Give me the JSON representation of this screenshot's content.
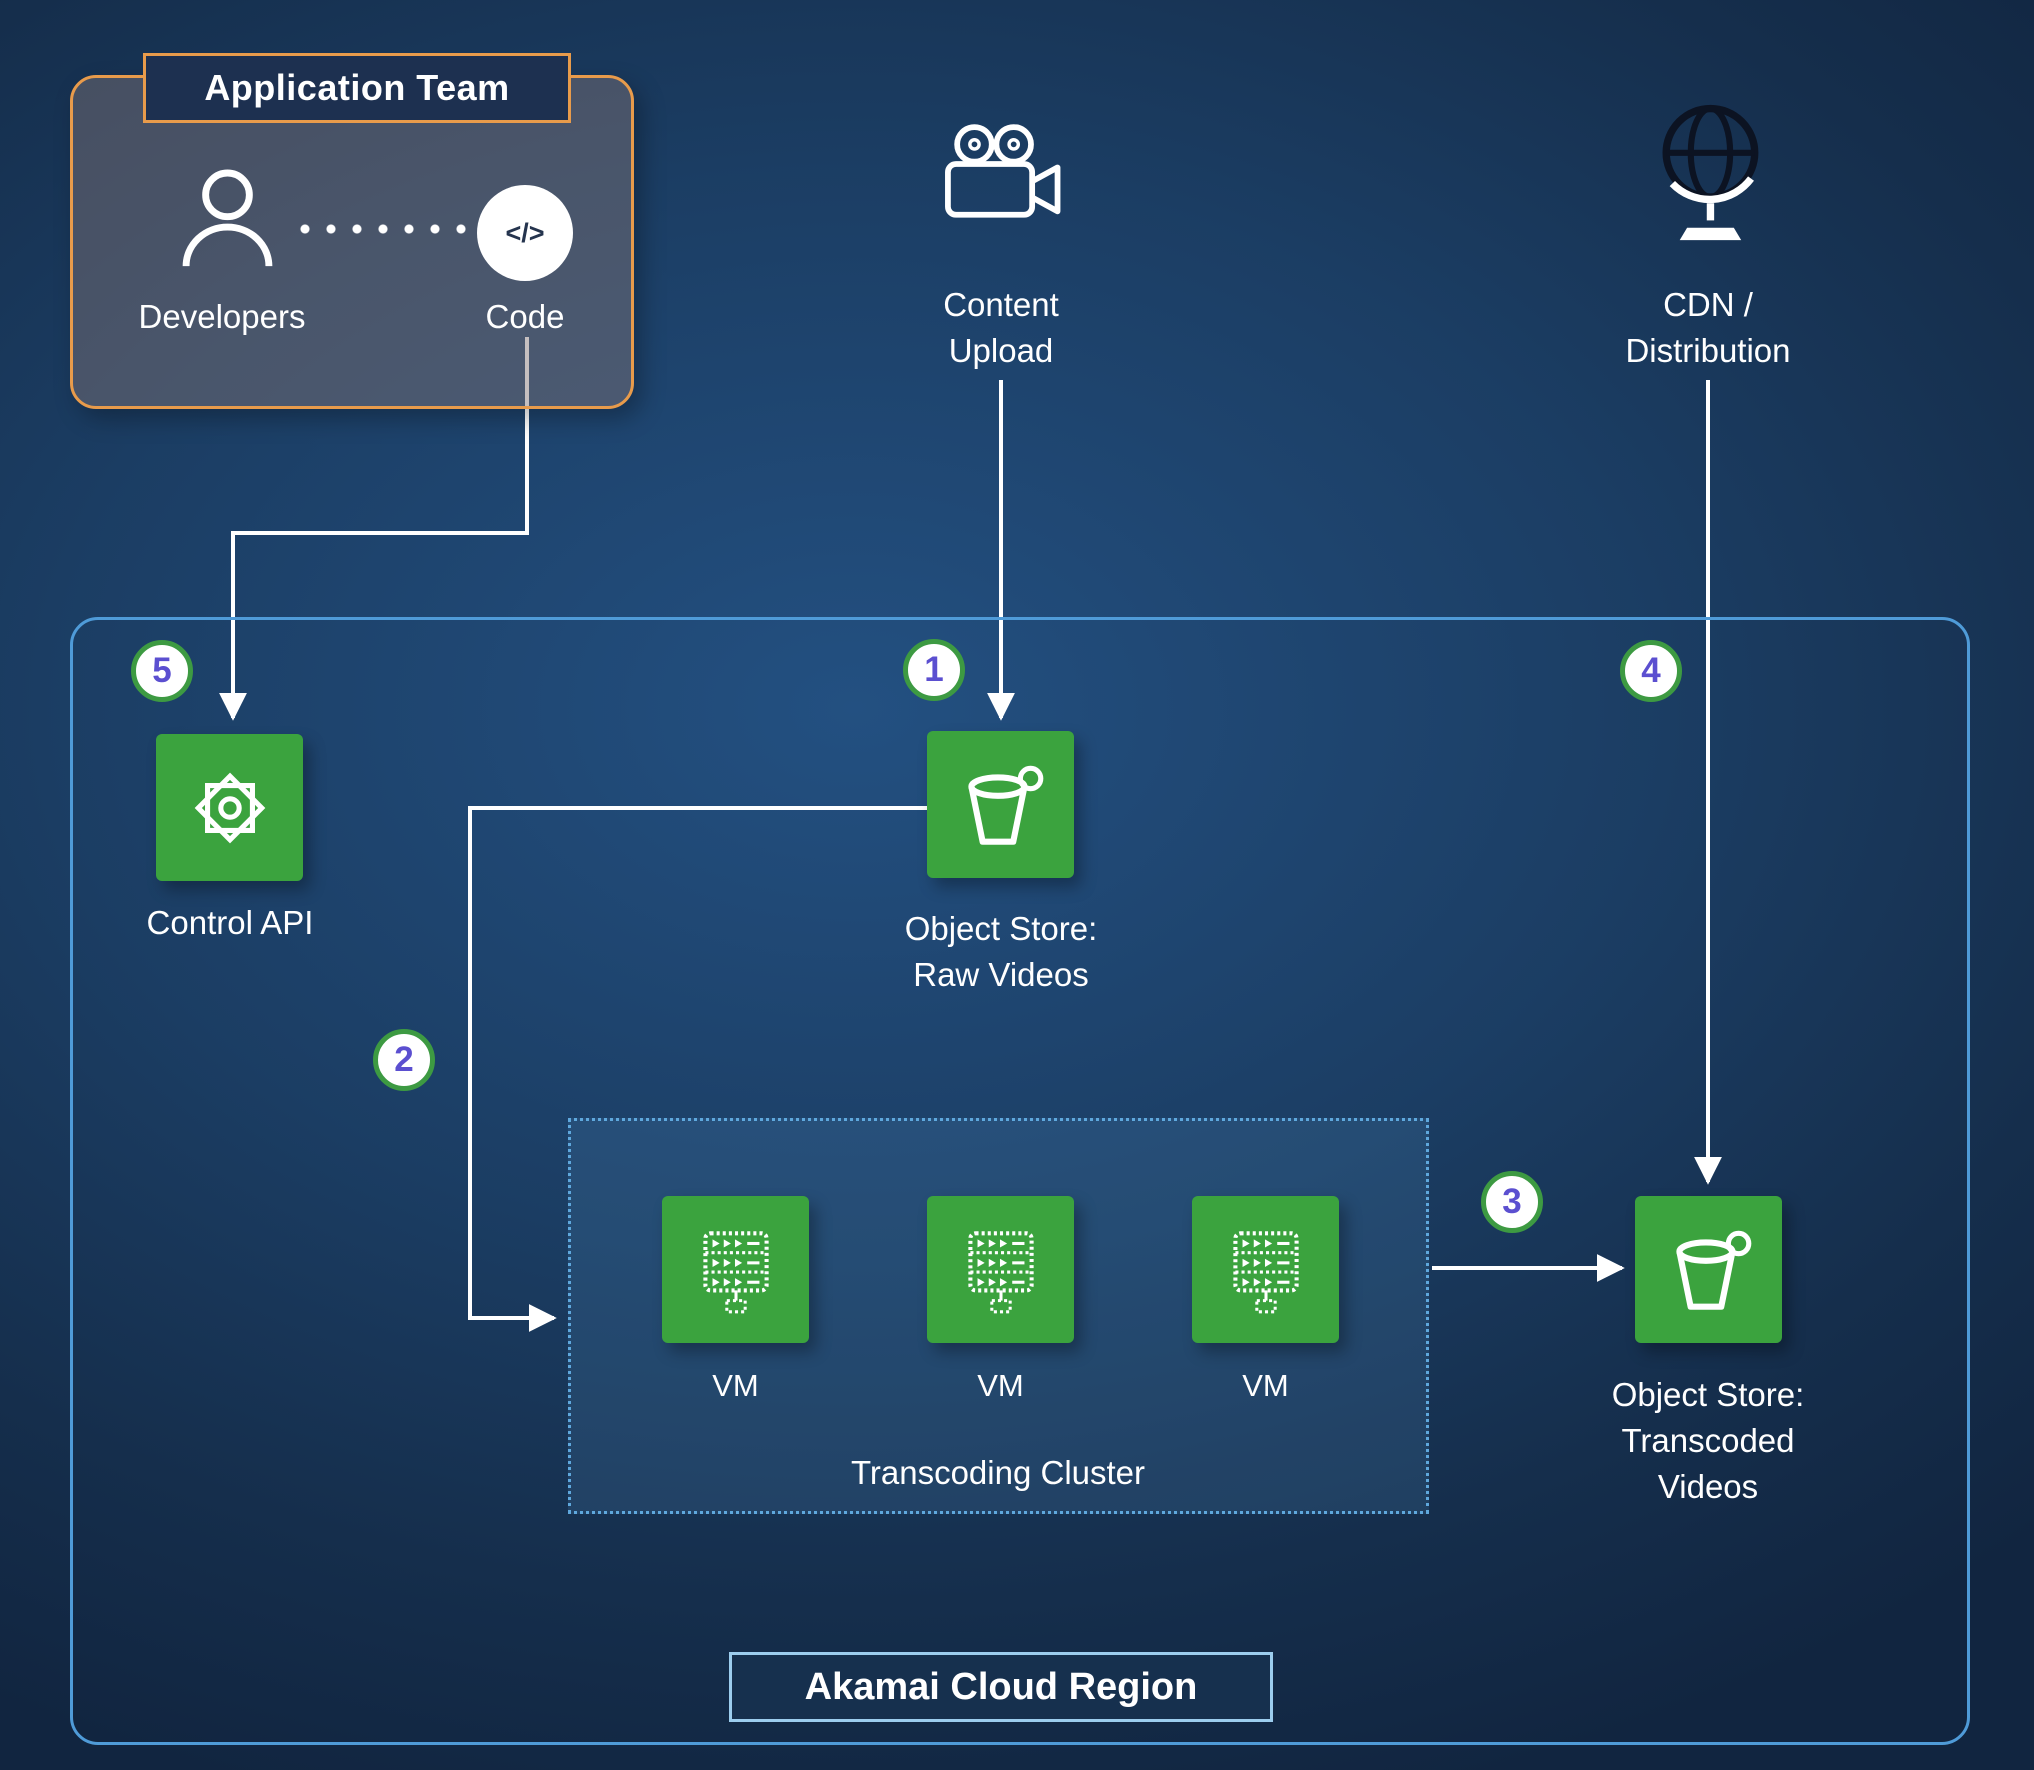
{
  "application_team": {
    "title": "Application Team",
    "developers_label": "Developers",
    "code_label": "Code",
    "code_glyph": "</>"
  },
  "sources": {
    "content_upload": "Content\nUpload",
    "cdn": "CDN /\nDistribution"
  },
  "region": {
    "label": "Akamai Cloud Region",
    "control_api": "Control API",
    "raw_store": "Object Store:\nRaw Videos",
    "transcoded_store": "Object Store:\nTranscoded\nVideos",
    "cluster": {
      "title": "Transcoding Cluster",
      "vm_labels": [
        "VM",
        "VM",
        "VM"
      ]
    }
  },
  "badges": {
    "step1_upload": "1",
    "step2_to_cluster": "2",
    "step3_to_transcoded": "3",
    "step4_cdn": "4",
    "step5_control": "5"
  },
  "icons": {
    "developers": "person-icon",
    "code": "code-icon",
    "content_upload": "video-camera-icon",
    "cdn": "globe-icon",
    "control_api": "gear-icon",
    "object_store": "bucket-icon",
    "vm": "server-icon"
  },
  "colors": {
    "background_navy": "#1b3d63",
    "tile_green": "#3ba33e",
    "badge_number_purple": "#5b4fd0",
    "badge_ring_green": "#3d9a42",
    "appteam_border_orange": "#e89b4b",
    "region_border_blue": "#4f9bd8",
    "cluster_border_blue": "#5fa8dd",
    "arrow_white": "#ffffff"
  }
}
